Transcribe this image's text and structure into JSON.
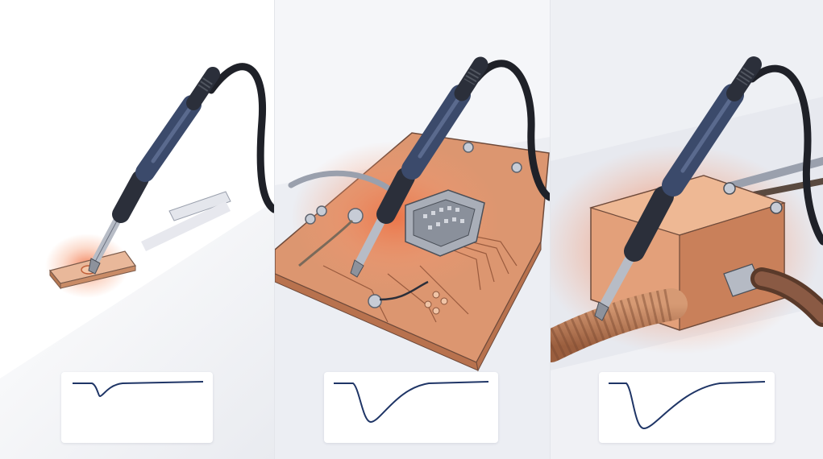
{
  "figure": {
    "panels": [
      {
        "id": "small-workpiece",
        "heat_spread": "low",
        "temperature_drop": 0.2
      },
      {
        "id": "circuit-board-connector",
        "heat_spread": "medium",
        "temperature_drop": 0.8
      },
      {
        "id": "large-block-heavy-cable",
        "heat_spread": "high",
        "temperature_drop": 0.9
      }
    ],
    "colors": {
      "iron_grip": "#3b4a6b",
      "iron_handle": "#2b2f3a",
      "copper": "#d9936a",
      "heat_glow": "#f06a3c",
      "curve_line": "#1f3566"
    },
    "icons": [
      "soldering-iron-icon",
      "heat-glow",
      "temperature-curve"
    ]
  }
}
